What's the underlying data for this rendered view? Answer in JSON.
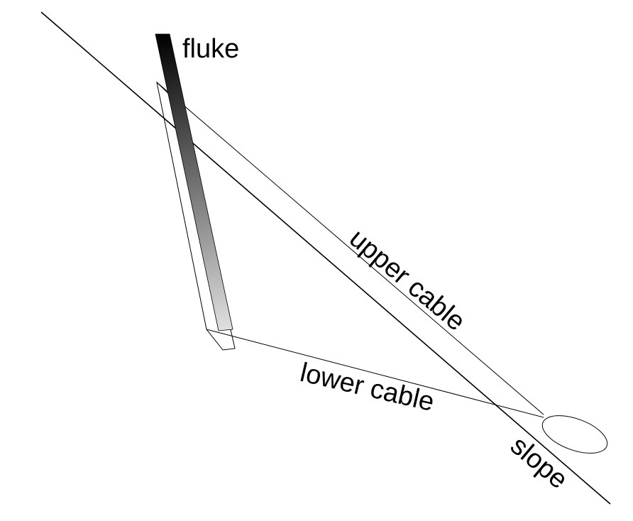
{
  "labels": {
    "fluke": "fluke",
    "upper_cable": "upper cable",
    "lower_cable": "lower cable",
    "slope": "slope"
  },
  "colors": {
    "line": "#000000",
    "background": "#ffffff",
    "fluke_gradient_top": "#000000",
    "fluke_gradient_bottom": "#ededed"
  }
}
